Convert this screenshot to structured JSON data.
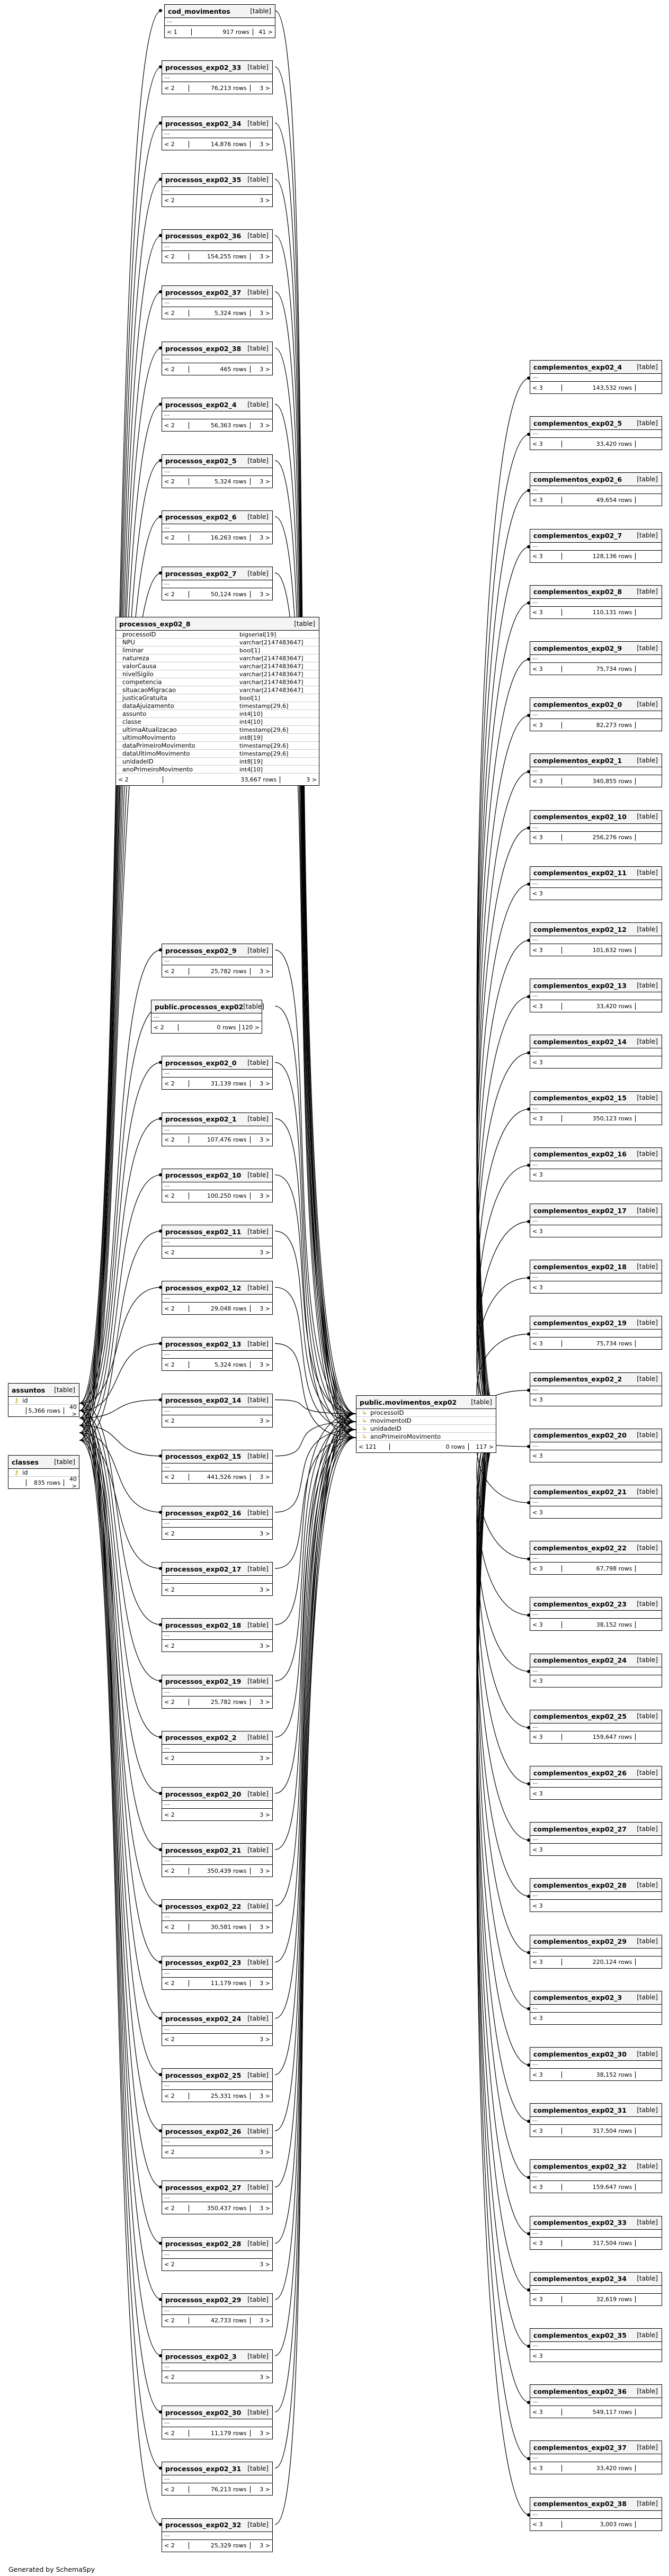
{
  "footer_text": "Generated by SchemaSpy",
  "table_type_label": "[table]",
  "center_table": {
    "name": "public.movimentos_exp02",
    "type": "[table]",
    "columns": [
      {
        "name": "processoID",
        "icon": "arrow-icon"
      },
      {
        "name": "movimentoID",
        "icon": "arrow-icon"
      },
      {
        "name": "unidadeID",
        "icon": "arrow-icon"
      },
      {
        "name": "anoPrimeiroMovimento",
        "icon": "arrow-icon"
      }
    ],
    "foot": [
      "< 121",
      "0 rows",
      "117 >"
    ]
  },
  "detail_table": {
    "name": "processos_exp02_8",
    "type": "[table]",
    "columns": [
      {
        "name": "processoID",
        "dtype": "bigserial[19]"
      },
      {
        "name": "NPU",
        "dtype": "varchar[2147483647]"
      },
      {
        "name": "liminar",
        "dtype": "bool[1]"
      },
      {
        "name": "natureza",
        "dtype": "varchar[2147483647]"
      },
      {
        "name": "valorCausa",
        "dtype": "varchar[2147483647]"
      },
      {
        "name": "nivelSigilo",
        "dtype": "varchar[2147483647]"
      },
      {
        "name": "competencia",
        "dtype": "varchar[2147483647]"
      },
      {
        "name": "situacaoMigracao",
        "dtype": "varchar[2147483647]"
      },
      {
        "name": "justicaGratuita",
        "dtype": "bool[1]"
      },
      {
        "name": "dataAjuizamento",
        "dtype": "timestamp[29,6]"
      },
      {
        "name": "assunto",
        "dtype": "int4[10]"
      },
      {
        "name": "classe",
        "dtype": "int4[10]"
      },
      {
        "name": "ultimaAtualizacao",
        "dtype": "timestamp[29,6]"
      },
      {
        "name": "ultimoMovimento",
        "dtype": "int8[19]"
      },
      {
        "name": "dataPrimeiroMovimento",
        "dtype": "timestamp[29,6]"
      },
      {
        "name": "dataUltimoMovimento",
        "dtype": "timestamp[29,6]"
      },
      {
        "name": "unidadeID",
        "dtype": "int8[19]"
      },
      {
        "name": "anoPrimeiroMovimento",
        "dtype": "int4[10]"
      }
    ],
    "foot": [
      "< 2",
      "33,667 rows",
      "3 >"
    ]
  },
  "left_tables": [
    {
      "name": "cod_movimentos",
      "foot": [
        "< 1",
        "917 rows",
        "41 >"
      ]
    },
    {
      "name": "processos_exp02_33",
      "foot": [
        "< 2",
        "76,213 rows",
        "3 >"
      ]
    },
    {
      "name": "processos_exp02_34",
      "foot": [
        "< 2",
        "14,876 rows",
        "3 >"
      ]
    },
    {
      "name": "processos_exp02_35",
      "foot": [
        "< 2",
        "",
        "3 >"
      ]
    },
    {
      "name": "processos_exp02_36",
      "foot": [
        "< 2",
        "154,255 rows",
        "3 >"
      ]
    },
    {
      "name": "processos_exp02_37",
      "foot": [
        "< 2",
        "5,324 rows",
        "3 >"
      ]
    },
    {
      "name": "processos_exp02_38",
      "foot": [
        "< 2",
        "465 rows",
        "3 >"
      ]
    },
    {
      "name": "processos_exp02_4",
      "foot": [
        "< 2",
        "56,363 rows",
        "3 >"
      ]
    },
    {
      "name": "processos_exp02_5",
      "foot": [
        "< 2",
        "5,324 rows",
        "3 >"
      ]
    },
    {
      "name": "processos_exp02_6",
      "foot": [
        "< 2",
        "16,263 rows",
        "3 >"
      ]
    },
    {
      "name": "processos_exp02_7",
      "foot": [
        "< 2",
        "50,124 rows",
        "3 >"
      ]
    },
    {
      "name": "processos_exp02_9",
      "foot": [
        "< 2",
        "25,782 rows",
        "3 >"
      ]
    },
    {
      "name": "public.processos_exp02",
      "foot": [
        "< 2",
        "0 rows",
        "120 >"
      ]
    },
    {
      "name": "processos_exp02_0",
      "foot": [
        "< 2",
        "31,139 rows",
        "3 >"
      ]
    },
    {
      "name": "processos_exp02_1",
      "foot": [
        "< 2",
        "107,476 rows",
        "3 >"
      ]
    },
    {
      "name": "processos_exp02_10",
      "foot": [
        "< 2",
        "100,250 rows",
        "3 >"
      ]
    },
    {
      "name": "processos_exp02_11",
      "foot": [
        "< 2",
        "",
        "3 >"
      ]
    },
    {
      "name": "processos_exp02_12",
      "foot": [
        "< 2",
        "29,048 rows",
        "3 >"
      ]
    },
    {
      "name": "processos_exp02_13",
      "foot": [
        "< 2",
        "5,324 rows",
        "3 >"
      ]
    },
    {
      "name": "processos_exp02_14",
      "foot": [
        "< 2",
        "",
        "3 >"
      ]
    },
    {
      "name": "processos_exp02_15",
      "foot": [
        "< 2",
        "441,526 rows",
        "3 >"
      ]
    },
    {
      "name": "processos_exp02_16",
      "foot": [
        "< 2",
        "",
        "3 >"
      ]
    },
    {
      "name": "processos_exp02_17",
      "foot": [
        "< 2",
        "",
        "3 >"
      ]
    },
    {
      "name": "processos_exp02_18",
      "foot": [
        "< 2",
        "",
        "3 >"
      ]
    },
    {
      "name": "processos_exp02_19",
      "foot": [
        "< 2",
        "25,782 rows",
        "3 >"
      ]
    },
    {
      "name": "processos_exp02_2",
      "foot": [
        "< 2",
        "",
        "3 >"
      ]
    },
    {
      "name": "processos_exp02_20",
      "foot": [
        "< 2",
        "",
        "3 >"
      ]
    },
    {
      "name": "processos_exp02_21",
      "foot": [
        "< 2",
        "350,439 rows",
        "3 >"
      ]
    },
    {
      "name": "processos_exp02_22",
      "foot": [
        "< 2",
        "30,581 rows",
        "3 >"
      ]
    },
    {
      "name": "processos_exp02_23",
      "foot": [
        "< 2",
        "11,179 rows",
        "3 >"
      ]
    },
    {
      "name": "processos_exp02_24",
      "foot": [
        "< 2",
        "",
        "3 >"
      ]
    },
    {
      "name": "processos_exp02_25",
      "foot": [
        "< 2",
        "25,331 rows",
        "3 >"
      ]
    },
    {
      "name": "processos_exp02_26",
      "foot": [
        "< 2",
        "",
        "3 >"
      ]
    },
    {
      "name": "processos_exp02_27",
      "foot": [
        "< 2",
        "350,437 rows",
        "3 >"
      ]
    },
    {
      "name": "processos_exp02_28",
      "foot": [
        "< 2",
        "",
        "3 >"
      ]
    },
    {
      "name": "processos_exp02_29",
      "foot": [
        "< 2",
        "42,733 rows",
        "3 >"
      ]
    },
    {
      "name": "processos_exp02_3",
      "foot": [
        "< 2",
        "",
        "3 >"
      ]
    },
    {
      "name": "processos_exp02_30",
      "foot": [
        "< 2",
        "11,179 rows",
        "3 >"
      ]
    },
    {
      "name": "processos_exp02_31",
      "foot": [
        "< 2",
        "76,213 rows",
        "3 >"
      ]
    },
    {
      "name": "processos_exp02_32",
      "foot": [
        "< 2",
        "25,329 rows",
        "3 >"
      ]
    }
  ],
  "small_tables": [
    {
      "name": "assuntos",
      "column": "id",
      "foot": [
        "",
        "5,366 rows",
        "40 >"
      ]
    },
    {
      "name": "classes",
      "column": "id",
      "foot": [
        "",
        "835 rows",
        "40 >"
      ]
    }
  ],
  "right_tables": [
    {
      "name": "complementos_exp02_4",
      "foot": [
        "< 3",
        "143,532 rows",
        ""
      ]
    },
    {
      "name": "complementos_exp02_5",
      "foot": [
        "< 3",
        "33,420 rows",
        ""
      ]
    },
    {
      "name": "complementos_exp02_6",
      "foot": [
        "< 3",
        "49,654 rows",
        ""
      ]
    },
    {
      "name": "complementos_exp02_7",
      "foot": [
        "< 3",
        "128,136 rows",
        ""
      ]
    },
    {
      "name": "complementos_exp02_8",
      "foot": [
        "< 3",
        "110,131 rows",
        ""
      ]
    },
    {
      "name": "complementos_exp02_9",
      "foot": [
        "< 3",
        "75,734 rows",
        ""
      ]
    },
    {
      "name": "complementos_exp02_0",
      "foot": [
        "< 3",
        "82,273 rows",
        ""
      ]
    },
    {
      "name": "complementos_exp02_1",
      "foot": [
        "< 3",
        "340,855 rows",
        ""
      ]
    },
    {
      "name": "complementos_exp02_10",
      "foot": [
        "< 3",
        "256,276 rows",
        ""
      ]
    },
    {
      "name": "complementos_exp02_11",
      "foot": [
        "< 3",
        "",
        ""
      ]
    },
    {
      "name": "complementos_exp02_12",
      "foot": [
        "< 3",
        "101,632 rows",
        ""
      ]
    },
    {
      "name": "complementos_exp02_13",
      "foot": [
        "< 3",
        "33,420 rows",
        ""
      ]
    },
    {
      "name": "complementos_exp02_14",
      "foot": [
        "< 3",
        "",
        ""
      ]
    },
    {
      "name": "complementos_exp02_15",
      "foot": [
        "< 3",
        "350,123 rows",
        ""
      ]
    },
    {
      "name": "complementos_exp02_16",
      "foot": [
        "< 3",
        "",
        ""
      ]
    },
    {
      "name": "complementos_exp02_17",
      "foot": [
        "< 3",
        "",
        ""
      ]
    },
    {
      "name": "complementos_exp02_18",
      "foot": [
        "< 3",
        "",
        ""
      ]
    },
    {
      "name": "complementos_exp02_19",
      "foot": [
        "< 3",
        "75,734 rows",
        ""
      ]
    },
    {
      "name": "complementos_exp02_2",
      "foot": [
        "< 3",
        "",
        ""
      ]
    },
    {
      "name": "complementos_exp02_20",
      "foot": [
        "< 3",
        "",
        ""
      ]
    },
    {
      "name": "complementos_exp02_21",
      "foot": [
        "< 3",
        "",
        ""
      ]
    },
    {
      "name": "complementos_exp02_22",
      "foot": [
        "< 3",
        "67,798 rows",
        ""
      ]
    },
    {
      "name": "complementos_exp02_23",
      "foot": [
        "< 3",
        "38,152 rows",
        ""
      ]
    },
    {
      "name": "complementos_exp02_24",
      "foot": [
        "< 3",
        "",
        ""
      ]
    },
    {
      "name": "complementos_exp02_25",
      "foot": [
        "< 3",
        "159,647 rows",
        ""
      ]
    },
    {
      "name": "complementos_exp02_26",
      "foot": [
        "< 3",
        "",
        ""
      ]
    },
    {
      "name": "complementos_exp02_27",
      "foot": [
        "< 3",
        "",
        ""
      ]
    },
    {
      "name": "complementos_exp02_28",
      "foot": [
        "< 3",
        "",
        ""
      ]
    },
    {
      "name": "complementos_exp02_29",
      "foot": [
        "< 3",
        "220,124 rows",
        ""
      ]
    },
    {
      "name": "complementos_exp02_3",
      "foot": [
        "< 3",
        "",
        ""
      ]
    },
    {
      "name": "complementos_exp02_30",
      "foot": [
        "< 3",
        "38,152 rows",
        ""
      ]
    },
    {
      "name": "complementos_exp02_31",
      "foot": [
        "< 3",
        "317,504 rows",
        ""
      ]
    },
    {
      "name": "complementos_exp02_32",
      "foot": [
        "< 3",
        "159,647 rows",
        ""
      ]
    },
    {
      "name": "complementos_exp02_33",
      "foot": [
        "< 3",
        "317,504 rows",
        ""
      ]
    },
    {
      "name": "complementos_exp02_34",
      "foot": [
        "< 3",
        "32,619 rows",
        ""
      ]
    },
    {
      "name": "complementos_exp02_35",
      "foot": [
        "< 3",
        "",
        ""
      ]
    },
    {
      "name": "complementos_exp02_36",
      "foot": [
        "< 3",
        "549,117 rows",
        ""
      ]
    },
    {
      "name": "complementos_exp02_37",
      "foot": [
        "< 3",
        "33,420 rows",
        ""
      ]
    },
    {
      "name": "complementos_exp02_38",
      "foot": [
        "< 3",
        "3,003 rows",
        ""
      ]
    }
  ]
}
